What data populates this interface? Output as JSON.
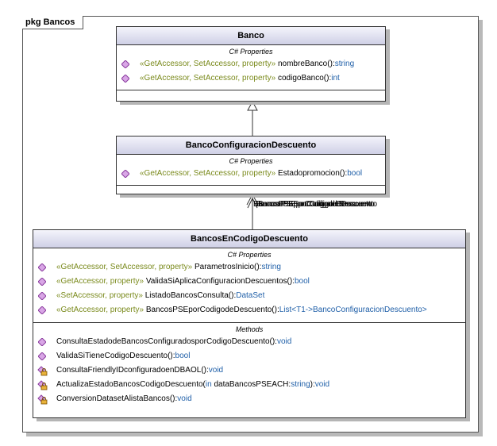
{
  "package": {
    "label": "pkg Bancos"
  },
  "classes": [
    {
      "name": "Banco",
      "sections": [
        {
          "title": "C# Properties",
          "rows": [
            {
              "icon": "property-icon",
              "stereotype": "«GetAccessor, SetAccessor, property»",
              "name": " nombreBanco():",
              "type": "string"
            },
            {
              "icon": "property-icon",
              "stereotype": "«GetAccessor, SetAccessor, property»",
              "name": " codigoBanco():",
              "type": "int"
            }
          ]
        },
        {
          "title": "",
          "rows": []
        }
      ]
    },
    {
      "name": "BancoConfiguracionDescuento",
      "sections": [
        {
          "title": "C# Properties",
          "rows": [
            {
              "icon": "property-icon",
              "stereotype": "«GetAccessor, SetAccessor, property»",
              "name": " Estadopromocion():",
              "type": "bool"
            }
          ]
        },
        {
          "title": "",
          "rows": []
        }
      ]
    },
    {
      "name": "BancosEnCodigoDescuento",
      "sections": [
        {
          "title": "C# Properties",
          "rows": [
            {
              "icon": "property-icon",
              "stereotype": "«GetAccessor, SetAccessor, property»",
              "name": " ParametrosInicio():",
              "type": "string"
            },
            {
              "icon": "property-icon",
              "stereotype": "«GetAccessor, property»",
              "name": " ValidaSiAplicaConfiguracionDescuentos():",
              "type": "bool"
            },
            {
              "icon": "property-icon",
              "stereotype": "«SetAccessor, property»",
              "name": " ListadoBancosConsulta():",
              "type": "DataSet"
            },
            {
              "icon": "property-icon",
              "stereotype": "«GetAccessor, property»",
              "name": " BancosPSEporCodigodeDescuento():",
              "type": "List<T1->BancoConfiguracionDescuento>"
            }
          ]
        },
        {
          "title": "Methods",
          "rows": [
            {
              "icon": "method-icon",
              "stereotype": "",
              "name": "ConsultaEstadodeBancosConfiguradosporCodigoDescuento():",
              "type": "void"
            },
            {
              "icon": "method-icon",
              "stereotype": "",
              "name": "ValidaSiTieneCodigoDescuento():",
              "type": "bool"
            },
            {
              "icon": "private-method-icon",
              "stereotype": "",
              "name": "ConsultaFriendlyIDconfiguradoenDBAOL():",
              "type": "void"
            },
            {
              "icon": "private-method-icon",
              "stereotype": "",
              "name": "ActualizaEstadoBancosCodigoDescuento(",
              "param_kw": "in",
              "param": " dataBancosPSEACH:",
              "param_type": "string",
              "tail": "):",
              "type": "void"
            },
            {
              "icon": "private-method-icon",
              "stereotype": "",
              "name": "ConversionDatasetAlistaBancos():",
              "type": "void"
            }
          ]
        }
      ]
    }
  ],
  "connector_labels": [
    "BancosPSEporCodigodeDescuento",
    "BancosPSEporCodigodeDescuento",
    "BancosPSEporCodigodeDescuento"
  ],
  "colors": {
    "stereotype": "#7a8a1c",
    "type": "#1f5fa8",
    "header_top": "#f4f4fb",
    "header_bottom": "#cfd0e6",
    "icon_fill": "#d9a6e6"
  }
}
